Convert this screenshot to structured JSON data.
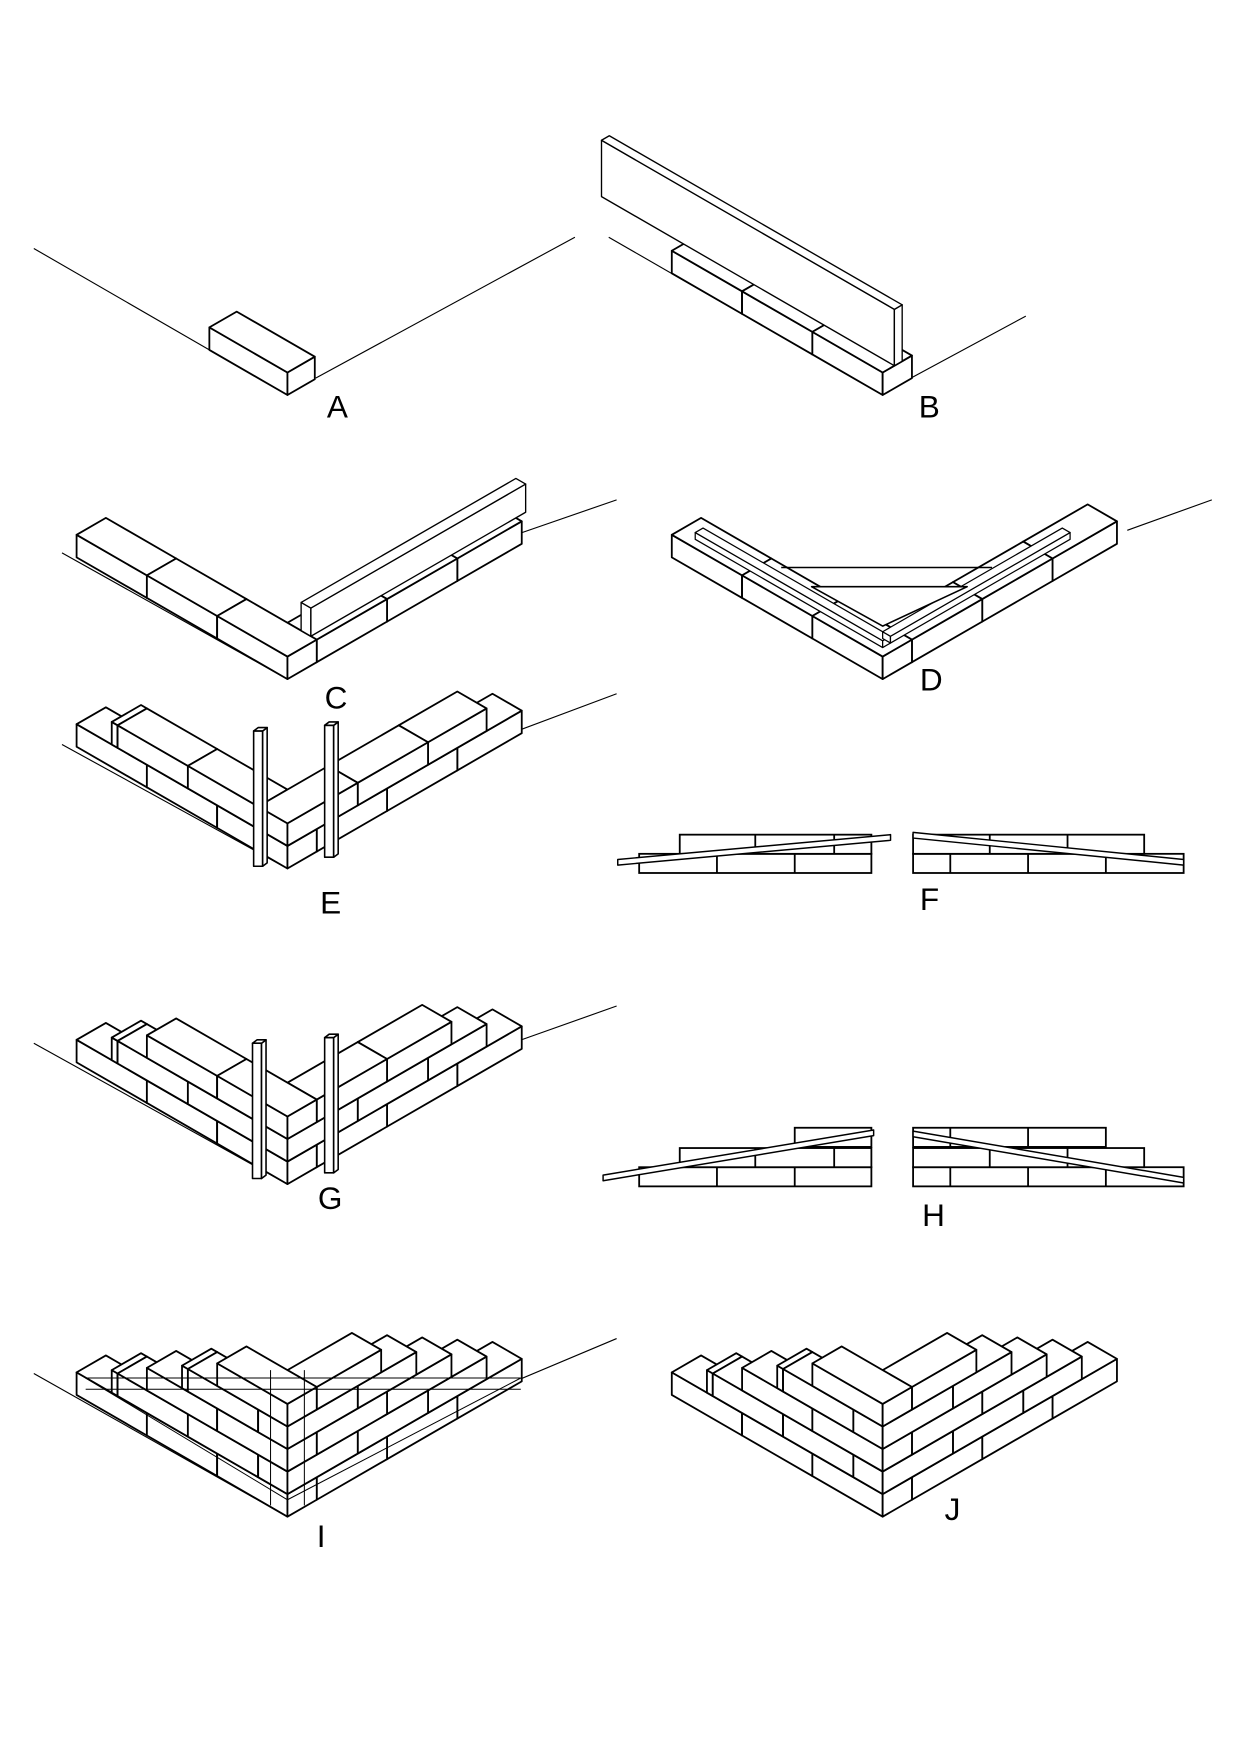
{
  "title": "Brick corner laying steps",
  "panels": [
    {
      "id": "A",
      "label": "A"
    },
    {
      "id": "B",
      "label": "B"
    },
    {
      "id": "C",
      "label": "C"
    },
    {
      "id": "D",
      "label": "D"
    },
    {
      "id": "E",
      "label": "E"
    },
    {
      "id": "F",
      "label": "F"
    },
    {
      "id": "G",
      "label": "G"
    },
    {
      "id": "H",
      "label": "H"
    },
    {
      "id": "I",
      "label": "I"
    },
    {
      "id": "J",
      "label": "J"
    }
  ],
  "colors": {
    "line": "#000000",
    "fill": "#ffffff"
  }
}
